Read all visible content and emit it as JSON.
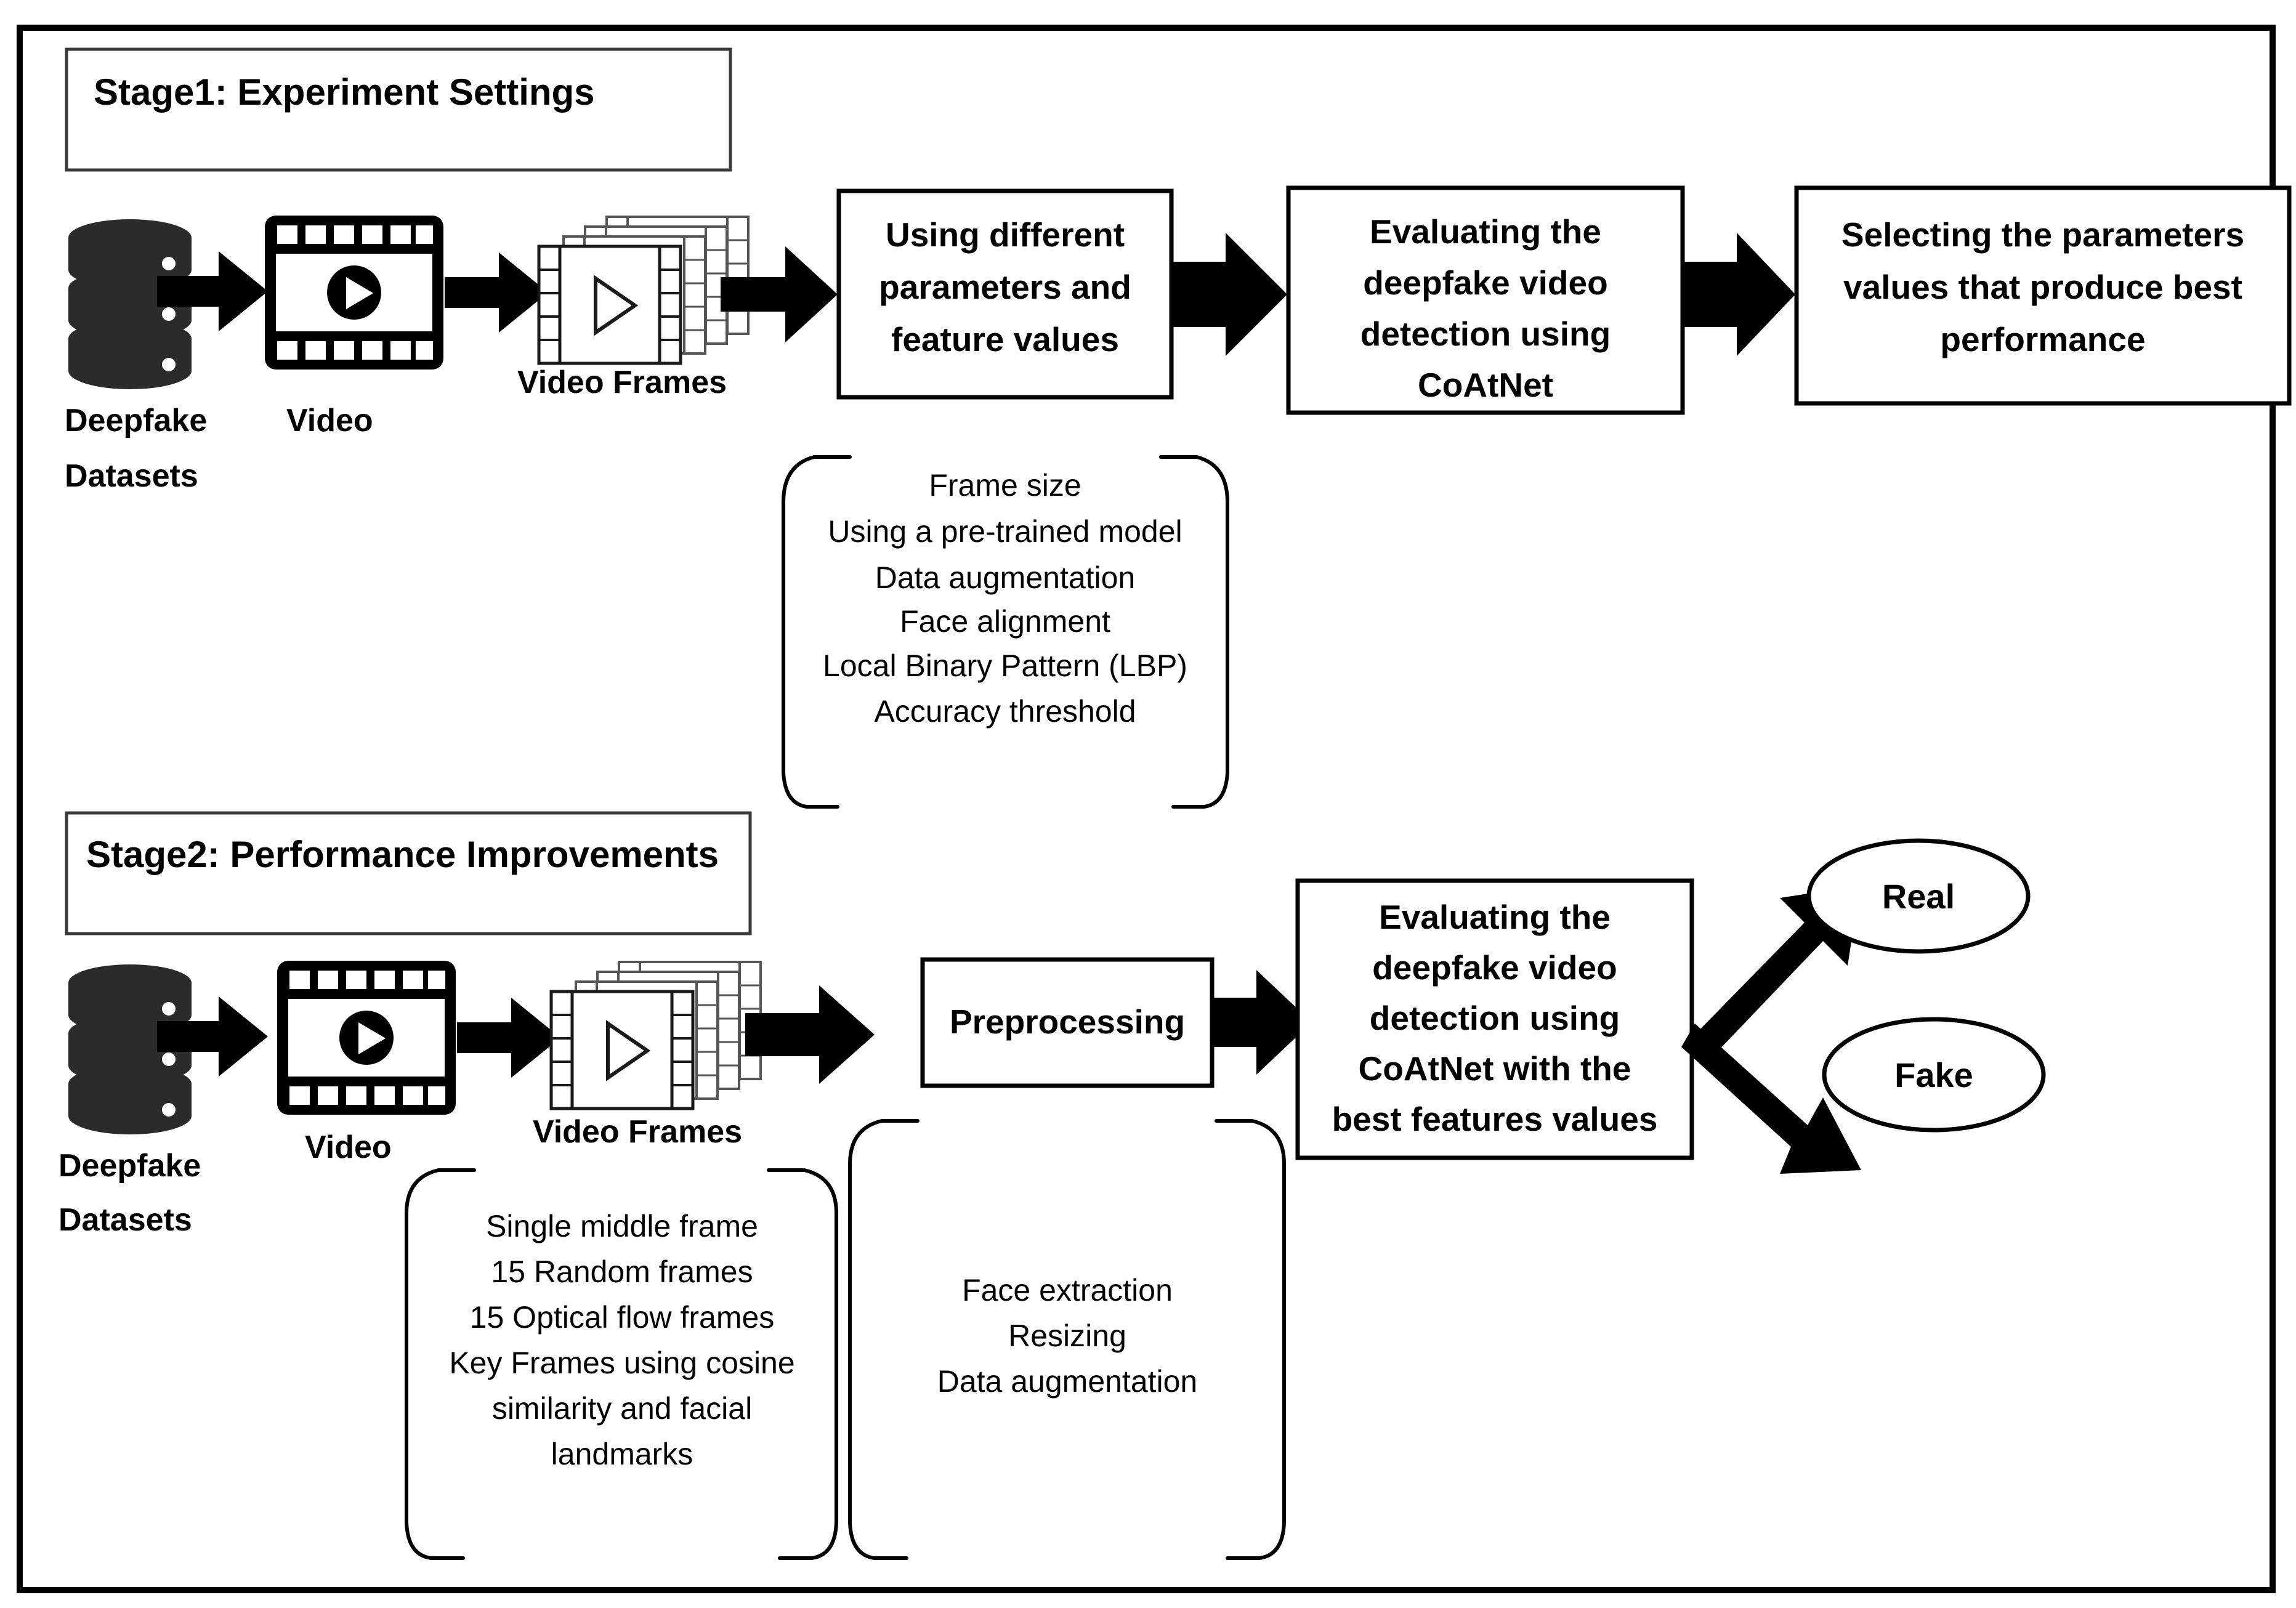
{
  "figure": {
    "title_stage1": "Stage1: Experiment Settings",
    "title_stage2": "Stage2: Performance Improvements"
  },
  "stage1": {
    "header": "Stage1: Experiment Settings",
    "pipeline_icons": [
      {
        "name": "database-icon",
        "label_line1": "Deepfake",
        "label_line2": "Datasets"
      },
      {
        "name": "video-film-icon",
        "label": "Video"
      },
      {
        "name": "video-frames-stack-icon",
        "label": "Video Frames"
      }
    ],
    "boxes": [
      {
        "name": "using-different-parameters-box",
        "lines": [
          "Using different",
          "parameters and",
          "feature values"
        ]
      },
      {
        "name": "evaluating-coatnet-box",
        "lines": [
          "Evaluating the",
          "deepfake video",
          "detection using",
          "CoAtNet"
        ]
      },
      {
        "name": "selecting-parameters-box",
        "lines": [
          "Selecting the parameters",
          "values that produce best",
          "performance"
        ]
      }
    ],
    "brace_items": [
      "Frame size",
      "Using a pre-trained model",
      "Data augmentation",
      "Face alignment",
      "Local Binary Pattern (LBP)",
      "Accuracy threshold"
    ]
  },
  "stage2": {
    "header": "Stage2: Performance Improvements",
    "pipeline_icons": [
      {
        "name": "database-icon",
        "label_line1": "Deepfake",
        "label_line2": "Datasets"
      },
      {
        "name": "video-film-icon",
        "label": "Video"
      },
      {
        "name": "video-frames-stack-icon",
        "label": "Video Frames"
      }
    ],
    "boxes": [
      {
        "name": "preprocessing-box",
        "lines": [
          "Preprocessing"
        ]
      },
      {
        "name": "evaluating-coatnet-best-features-box",
        "lines": [
          "Evaluating the",
          "deepfake video",
          "detection using",
          "CoAtNet with the",
          "best features values"
        ]
      }
    ],
    "frames_brace_items": [
      "Single middle frame",
      "15 Random frames",
      "15 Optical flow frames",
      "Key Frames using cosine",
      "similarity and facial",
      "landmarks"
    ],
    "preprocessing_brace_items": [
      "Face extraction",
      "Resizing",
      "Data augmentation"
    ],
    "outcomes": [
      {
        "name": "real-outcome",
        "label": "Real"
      },
      {
        "name": "fake-outcome",
        "label": "Fake"
      }
    ]
  },
  "colors": {
    "stroke": "#000000",
    "background": "#ffffff",
    "database_fill": "#2b2b2b",
    "header_stroke": "#3a3a3a"
  }
}
